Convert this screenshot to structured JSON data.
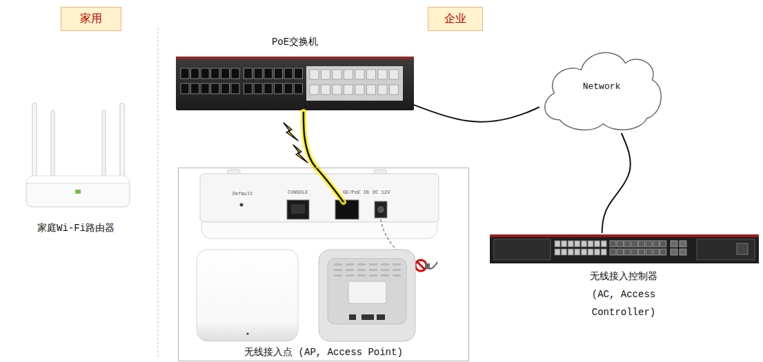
{
  "diagram": {
    "nodes": [
      {
        "text": [
          "家用"
        ]
      },
      {
        "text": [
          "企业"
        ]
      },
      {
        "text": [
          "家庭Wi-Fi路由器"
        ]
      },
      {
        "text": [
          "PoE交换机"
        ]
      },
      {
        "text": [
          "Network"
        ]
      },
      {
        "text": [
          "无线接入点 (AP, Access Point)"
        ]
      },
      {
        "text": [
          "无线接入控制器 (AC, Access Controller)"
        ]
      }
    ],
    "edges": [
      {
        "from": 3,
        "to": 4,
        "arrow": "none"
      },
      {
        "from": 4,
        "to": 6,
        "arrow": "none"
      },
      {
        "from": 3,
        "to": 5,
        "arrow": "none"
      }
    ],
    "labels": [
      "Default",
      "CONSOLE",
      "GE/PoE IN",
      "DC 12V"
    ]
  }
}
